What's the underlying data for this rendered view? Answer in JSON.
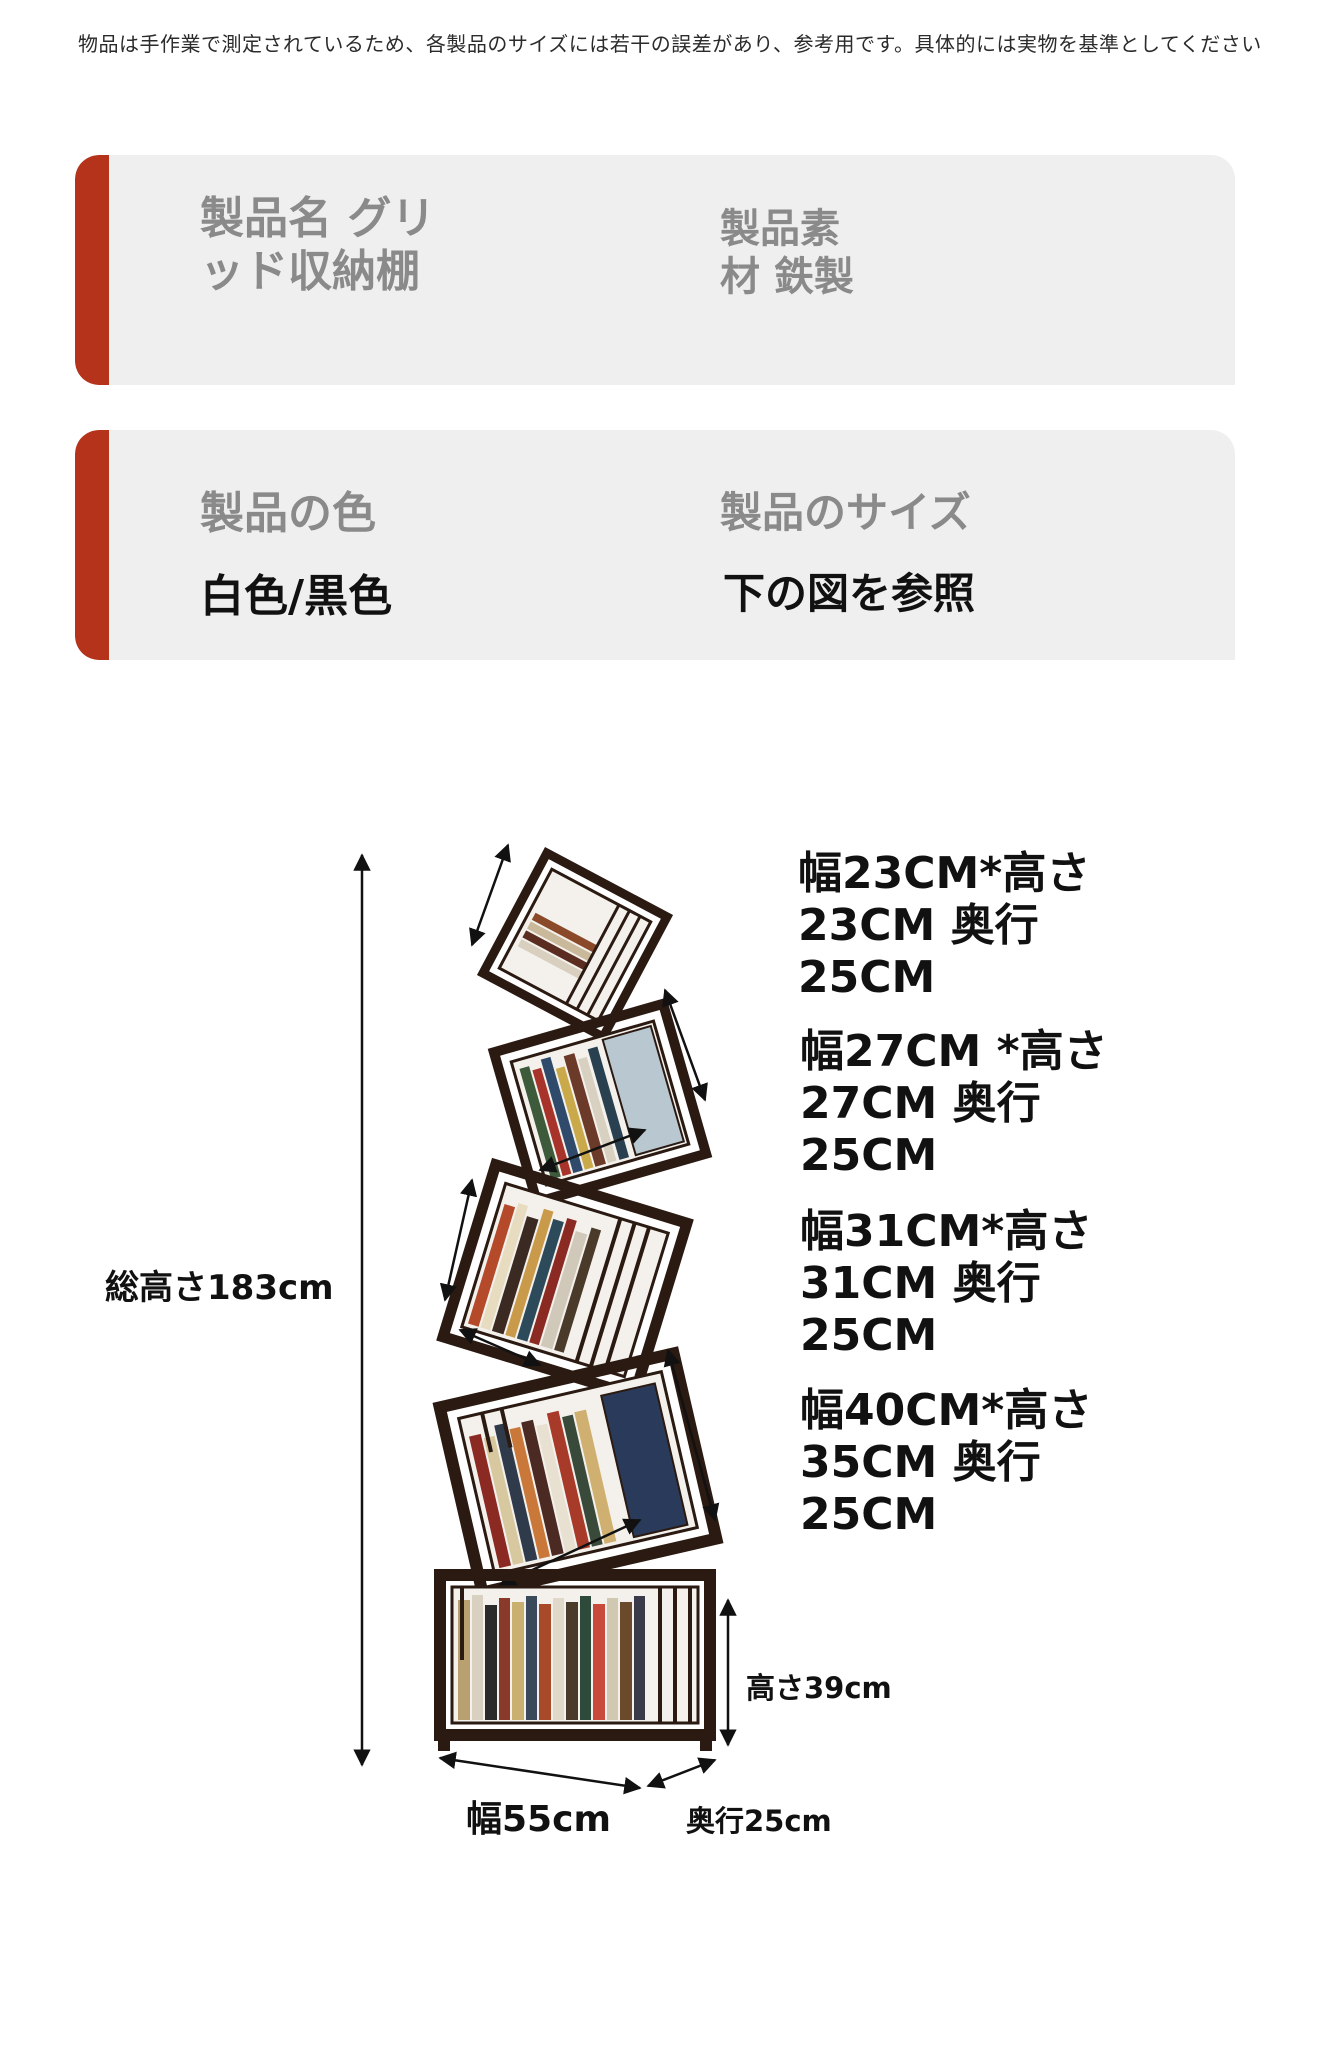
{
  "notice": "物品は手作業で測定されているため、各製品のサイズには若干の誤差があり、参考用です。具体的には実物を基準としてください",
  "spec_cards": [
    {
      "label_1": "製品名 グリッド収納棚",
      "label_2": "製品素材 鉄製"
    },
    {
      "label_1": "製品の色",
      "value_1": "白色/黒色",
      "label_2": "製品のサイズ",
      "value_2": "下の図を参照"
    }
  ],
  "colors": {
    "accent": "#b5331a",
    "card_bg": "#efefef",
    "label": "#8a8a8a"
  },
  "diagram": {
    "tiers": [
      "幅23CM*高さ23CM 奥行25CM",
      "幅27CM *高さ27CM 奥行25CM",
      "幅31CM*高さ31CM 奥行25CM",
      "幅40CM*高さ35CM 奥行25CM"
    ],
    "total_height": "総高さ183cm",
    "base_height": "高さ39cm",
    "base_width": "幅55cm",
    "base_depth": "奥行25cm"
  }
}
